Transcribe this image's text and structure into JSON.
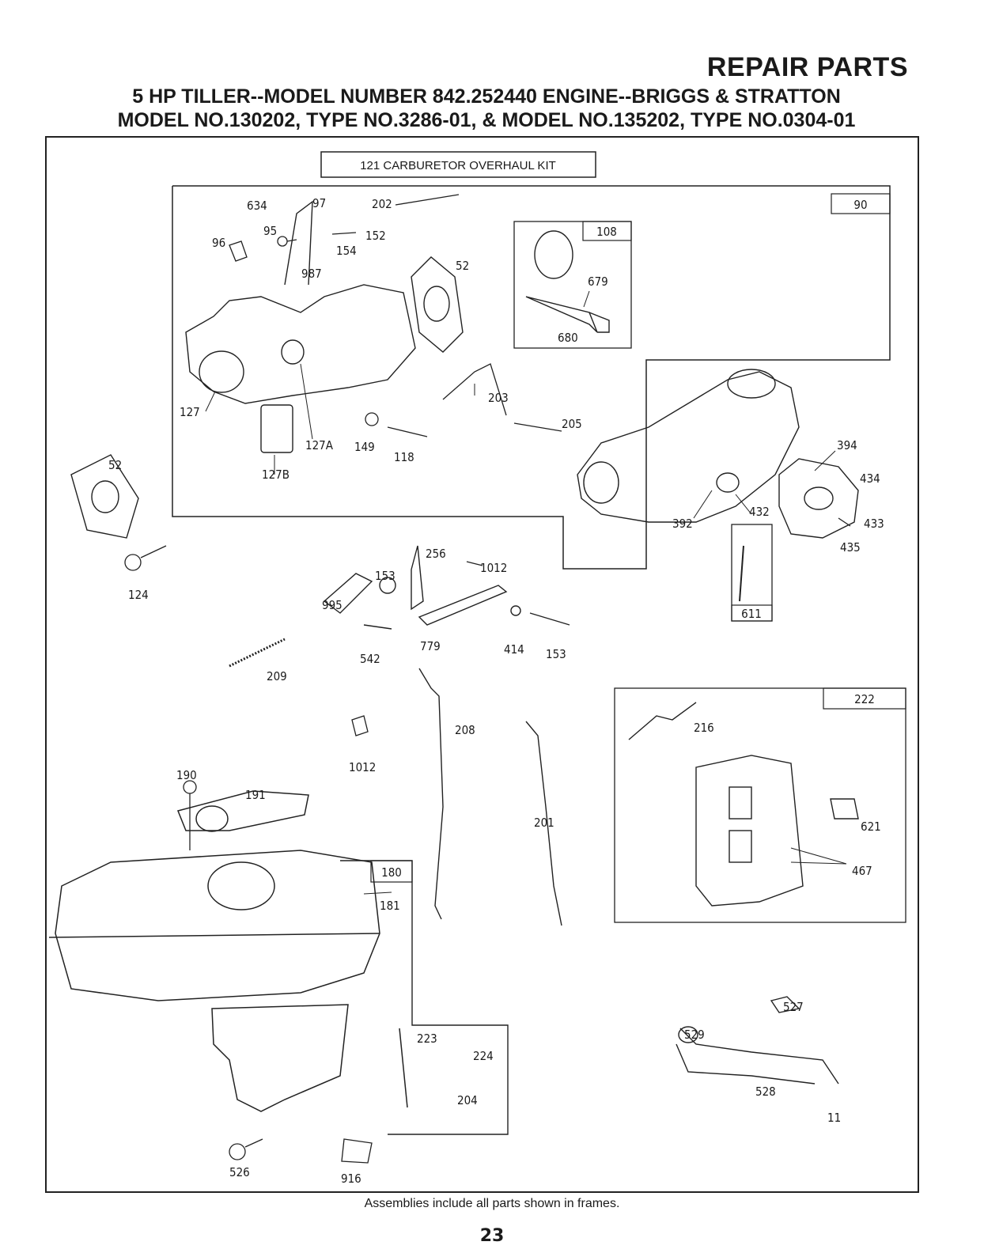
{
  "header": {
    "title": "REPAIR PARTS",
    "line1": "5 HP TILLER--MODEL NUMBER 842.252440  ENGINE--BRIGGS & STRATTON",
    "line2": "MODEL NO.130202, TYPE NO.3286-01, & MODEL NO.135202, TYPE NO.0304-01"
  },
  "kit_label": "121 CARBURETOR OVERHAUL KIT",
  "frames": {
    "carb": "90",
    "diaphragm": "108",
    "tube": "611",
    "governor": "222",
    "tank": "180"
  },
  "parts": {
    "p634": "634",
    "p97": "97",
    "p202": "202",
    "p95": "95",
    "p96": "96",
    "p152": "152",
    "p154": "154",
    "p987": "987",
    "p52a": "52",
    "p679": "679",
    "p680": "680",
    "p127": "127",
    "p127a": "127A",
    "p127b": "127B",
    "p149": "149",
    "p118": "118",
    "p203": "203",
    "p205": "205",
    "p394": "394",
    "p434": "434",
    "p433": "433",
    "p435": "435",
    "p392": "392",
    "p432": "432",
    "p52b": "52",
    "p124": "124",
    "p256": "256",
    "p1012a": "1012",
    "p153a": "153",
    "p995": "995",
    "p542": "542",
    "p779": "779",
    "p414": "414",
    "p153b": "153",
    "p209": "209",
    "p208": "208",
    "p1012b": "1012",
    "p201": "201",
    "p216": "216",
    "p621": "621",
    "p467": "467",
    "p190": "190",
    "p191": "191",
    "p181": "181",
    "p223": "223",
    "p224": "224",
    "p204": "204",
    "p526": "526",
    "p916": "916",
    "p527": "527",
    "p529": "529",
    "p528": "528",
    "p11": "11"
  },
  "footer_note": "Assemblies include all parts shown in frames.",
  "page_number": "23"
}
